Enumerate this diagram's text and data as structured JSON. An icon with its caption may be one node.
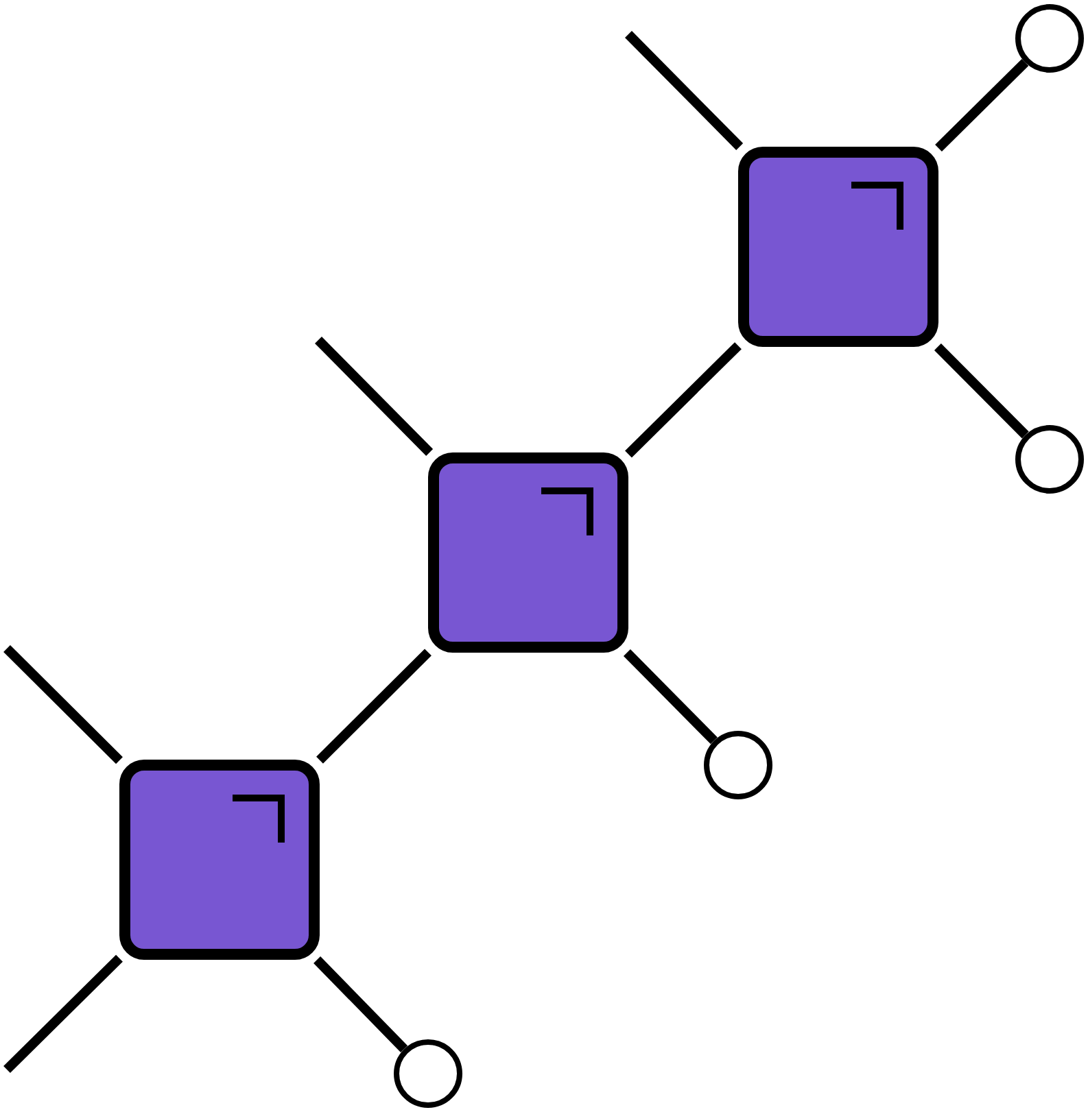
{
  "diagram": {
    "nodes": [
      {
        "text": [],
        "shape": "box"
      },
      {
        "text": [],
        "shape": "box"
      },
      {
        "text": [],
        "shape": "box"
      },
      {
        "text": [],
        "shape": "circle"
      },
      {
        "text": [],
        "shape": "circle"
      },
      {
        "text": [],
        "shape": "circle"
      },
      {
        "text": [],
        "shape": "circle"
      }
    ],
    "edges": [
      {
        "from": 0,
        "to": 3,
        "arrow": "none"
      },
      {
        "from": 0,
        "to": 4,
        "arrow": "none"
      },
      {
        "from": 0,
        "to": 1,
        "arrow": "none"
      },
      {
        "from": 1,
        "to": 5,
        "arrow": "none"
      },
      {
        "from": 1,
        "to": 2,
        "arrow": "none"
      },
      {
        "from": 2,
        "to": 6,
        "arrow": "none"
      },
      {
        "from": 0,
        "to": null,
        "arrow": "none"
      },
      {
        "from": 1,
        "to": null,
        "arrow": "none"
      },
      {
        "from": 2,
        "to": null,
        "arrow": "none"
      },
      {
        "from": 2,
        "to": null,
        "arrow": "none"
      }
    ]
  }
}
